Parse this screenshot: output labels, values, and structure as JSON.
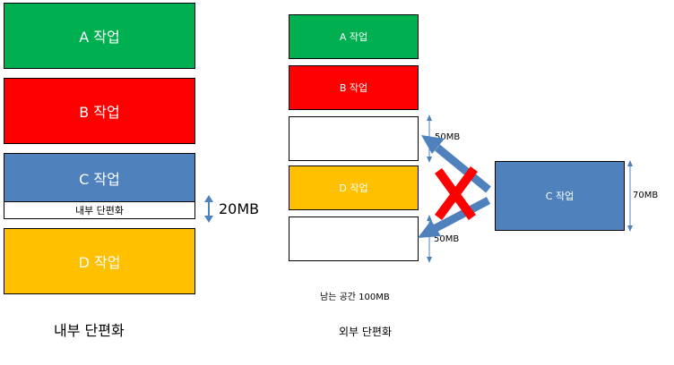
{
  "colors": {
    "task_a": "#00b050",
    "task_b": "#ff0000",
    "task_c": "#4f81bd",
    "task_d": "#ffc000",
    "arrow": "#4f81bd",
    "cross": "#ff0000"
  },
  "internal": {
    "task_a": "A 작업",
    "task_b": "B 작업",
    "task_c": "C 작업",
    "fragment": "내부 단편화",
    "fragment_size": "20MB",
    "task_d": "D 작업",
    "caption": "내부 단편화"
  },
  "external": {
    "task_a": "A 작업",
    "task_b": "B 작업",
    "free_top_size": "50MB",
    "task_d": "D 작업",
    "free_bottom_size": "50MB",
    "incoming_task": "C 작업",
    "incoming_size": "70MB",
    "remaining": "남는 공간 100MB",
    "caption": "외부 단편화"
  }
}
